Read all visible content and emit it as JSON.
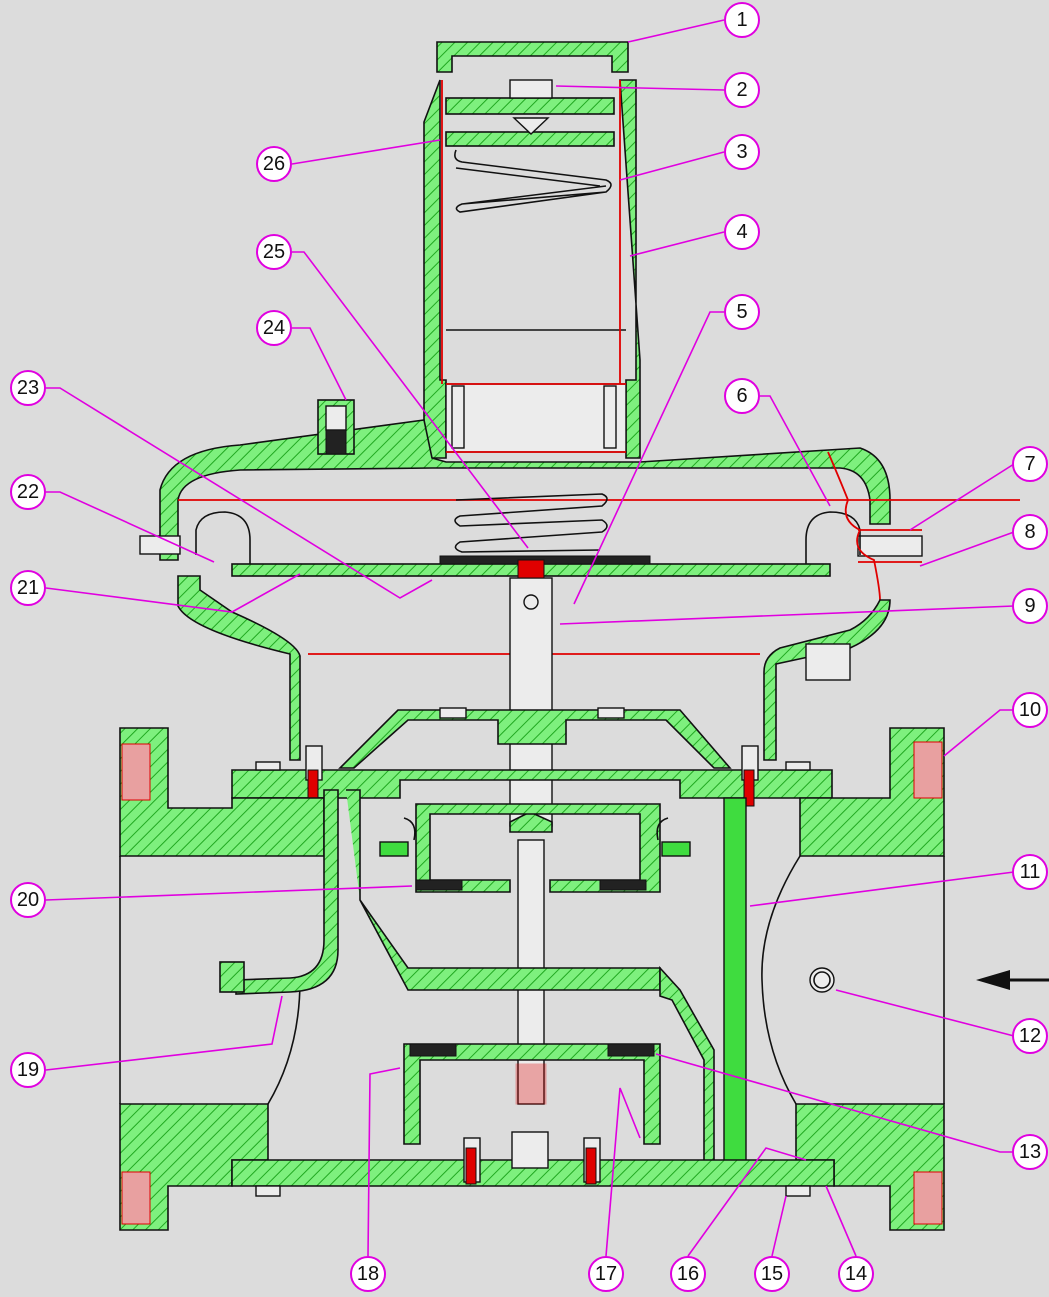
{
  "callouts": [
    {
      "label": "1"
    },
    {
      "label": "2"
    },
    {
      "label": "3"
    },
    {
      "label": "4"
    },
    {
      "label": "5"
    },
    {
      "label": "6"
    },
    {
      "label": "7"
    },
    {
      "label": "8"
    },
    {
      "label": "9"
    },
    {
      "label": "10"
    },
    {
      "label": "11"
    },
    {
      "label": "12"
    },
    {
      "label": "13"
    },
    {
      "label": "14"
    },
    {
      "label": "15"
    },
    {
      "label": "16"
    },
    {
      "label": "17"
    },
    {
      "label": "18"
    },
    {
      "label": "19"
    },
    {
      "label": "20"
    },
    {
      "label": "21"
    },
    {
      "label": "22"
    },
    {
      "label": "23"
    },
    {
      "label": "24"
    },
    {
      "label": "25"
    },
    {
      "label": "26"
    }
  ],
  "colors": {
    "background": "#dcdcdc",
    "hatch_fill": "#7ef07e",
    "hatch_line": "#21a821",
    "callout": "#e000e0",
    "seal_red": "#e00000"
  },
  "icons": {
    "flow_direction": "left-arrow-icon"
  }
}
